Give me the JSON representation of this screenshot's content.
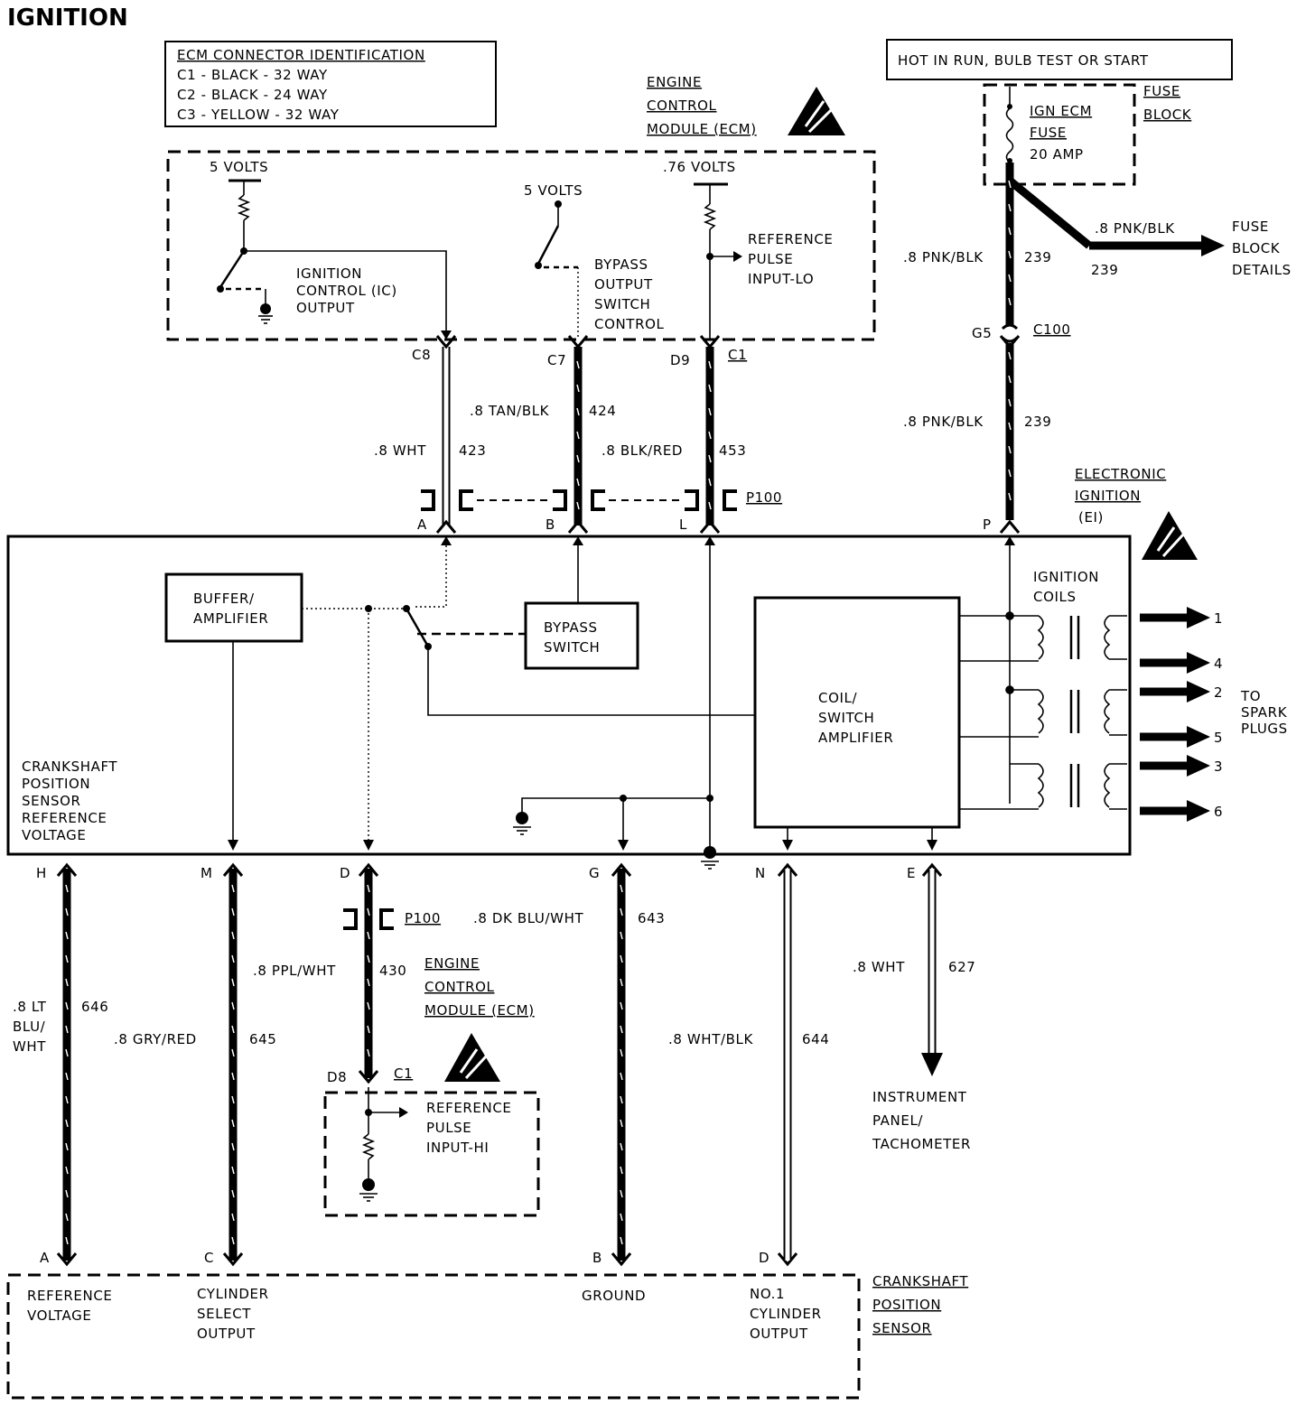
{
  "title": "IGNITION",
  "connector_box": {
    "heading": "ECM CONNECTOR IDENTIFICATION",
    "lines": [
      "C1 - BLACK - 32 WAY",
      "C2 - BLACK - 24 WAY",
      "C3 - YELLOW - 32 WAY"
    ]
  },
  "ecm_top": {
    "label": [
      "ENGINE",
      "CONTROL",
      "MODULE (ECM)"
    ],
    "v5a": "5 VOLTS",
    "v5b": "5 VOLTS",
    "v076": ".76 VOLTS",
    "ic_output": [
      "IGNITION",
      "CONTROL (IC)",
      "OUTPUT"
    ],
    "bypass_output": [
      "BYPASS",
      "OUTPUT",
      "SWITCH",
      "CONTROL"
    ],
    "ref_lo": [
      "REFERENCE",
      "PULSE",
      "INPUT-LO"
    ]
  },
  "hot_box": "HOT IN RUN, BULB TEST OR START",
  "fuse_block": {
    "label": [
      "FUSE",
      "BLOCK"
    ],
    "fuse": [
      "IGN ECM",
      "FUSE",
      "20 AMP"
    ],
    "details": [
      "FUSE",
      "BLOCK",
      "DETAILS"
    ]
  },
  "wires_top": {
    "c8": "C8",
    "c7": "C7",
    "d9": "D9",
    "c1": "C1",
    "wht": ".8 WHT",
    "wht_num": "423",
    "tan": ".8 TAN/BLK",
    "tan_num": "424",
    "blkred": ".8 BLK/RED",
    "blkred_num": "453",
    "pnk1": ".8 PNK/BLK",
    "pnk1_num": "239",
    "pnk2": ".8 PNK/BLK",
    "pnk2_num": "239",
    "pnk3": ".8 PNK/BLK",
    "pnk3_num": "239",
    "g5": "G5",
    "c100": "C100",
    "p100": "P100",
    "pin_a": "A",
    "pin_b": "B",
    "pin_l": "L",
    "pin_p": "P"
  },
  "ei_module": {
    "label": [
      "ELECTRONIC",
      "IGNITION",
      "(EI)"
    ],
    "buffer": [
      "BUFFER/",
      "AMPLIFIER"
    ],
    "bypass": [
      "BYPASS",
      "SWITCH"
    ],
    "coil_amp": [
      "COIL/",
      "SWITCH",
      "AMPLIFIER"
    ],
    "coils": [
      "IGNITION",
      "COILS"
    ],
    "crank_ref": [
      "CRANKSHAFT",
      "POSITION",
      "SENSOR",
      "REFERENCE",
      "VOLTAGE"
    ],
    "plugs": [
      "1",
      "4",
      "2",
      "5",
      "3",
      "6"
    ],
    "to_plugs": [
      "TO",
      "SPARK",
      "PLUGS"
    ]
  },
  "wires_bottom": {
    "pin_h": "H",
    "pin_m": "M",
    "pin_d": "D",
    "pin_g": "G",
    "pin_n": "N",
    "pin_e": "E",
    "ltblu": [
      ".8 LT",
      "BLU/",
      "WHT"
    ],
    "ltblu_num": "646",
    "gryred": ".8 GRY/RED",
    "gryred_num": "645",
    "pplwht": ".8 PPL/WHT",
    "pplwht_num": "430",
    "p100": "P100",
    "dkblu": ".8 DK BLU/WHT",
    "dkblu_num": "643",
    "whtblk": ".8 WHT/BLK",
    "whtblk_num": "644",
    "wht": ".8 WHT",
    "wht_num": "627",
    "d8": "D8",
    "c1": "C1"
  },
  "ecm_bottom": {
    "label": [
      "ENGINE",
      "CONTROL",
      "MODULE (ECM)"
    ],
    "ref_hi": [
      "REFERENCE",
      "PULSE",
      "INPUT-HI"
    ]
  },
  "instrument": [
    "INSTRUMENT",
    "PANEL/",
    "TACHOMETER"
  ],
  "sensor": {
    "pins": [
      "A",
      "C",
      "B",
      "D"
    ],
    "ref_voltage": [
      "REFERENCE",
      "VOLTAGE"
    ],
    "cyl_select": [
      "CYLINDER",
      "SELECT",
      "OUTPUT"
    ],
    "ground": "GROUND",
    "no1": [
      "NO.1",
      "CYLINDER",
      "OUTPUT"
    ],
    "label": [
      "CRANKSHAFT",
      "POSITION",
      "SENSOR"
    ]
  }
}
